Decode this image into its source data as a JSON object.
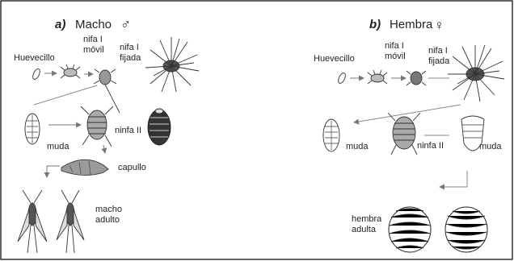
{
  "panels": {
    "male": {
      "tag": "a)",
      "title": "Macho",
      "symbol": "♂",
      "labels": {
        "egg": "Huevecillo",
        "mobile_1": "nifa I",
        "mobile_2": "móvil",
        "fixed_1": "nifa I",
        "fixed_2": "fijada",
        "molt": "muda",
        "nymph2": "ninfa II",
        "cocoon": "capullo",
        "adult_1": "macho",
        "adult_2": "adulto"
      }
    },
    "female": {
      "tag": "b)",
      "title": "Hembra",
      "symbol": "♀",
      "labels": {
        "egg": "Huevecillo",
        "mobile_1": "nifa I",
        "mobile_2": "móvil",
        "fixed_1": "nifa I",
        "fixed_2": "fijada",
        "molt1": "muda",
        "nymph2": "ninfa II",
        "molt2": "muda",
        "adult_1": "hembra",
        "adult_2": "adulta"
      }
    }
  },
  "colors": {
    "border": "#000000",
    "ink": "#222222",
    "gray": "#888888",
    "cocoon": "#9a9a9a"
  }
}
